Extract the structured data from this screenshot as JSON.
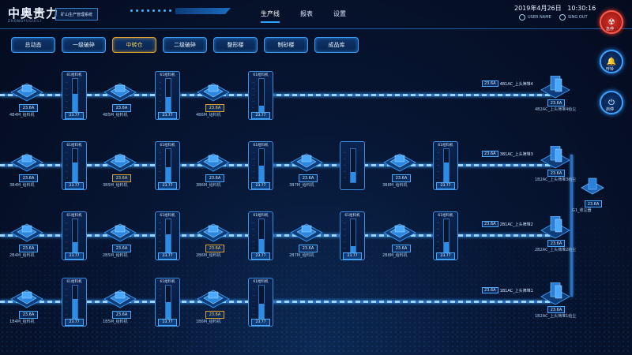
{
  "header": {
    "logo": "中奥贵力",
    "logo_sub": "ZHONGYUGUILI",
    "system_name": "矿山生产管理系统",
    "date": "2019年4月26日",
    "time": "10:30:16",
    "user_name": "USER NAME",
    "sign_out": "SING OUT"
  },
  "nav": [
    "生产线",
    "报表",
    "设置"
  ],
  "side_buttons": {
    "emergency": "急停",
    "alarm": "呼铃",
    "start": "启停"
  },
  "tabs": [
    "总动态",
    "一级破碎",
    "中转仓",
    "二级破碎",
    "整形楼",
    "制砂楼",
    "成品库"
  ],
  "rows": [
    {
      "machines": [
        {
          "amp": "23.6A",
          "name": "4B4M_给料机",
          "hl": false
        },
        {
          "amp": "23.6A",
          "name": "4B5M_给料机",
          "hl": false
        },
        {
          "amp": "23.6A",
          "name": "4B6M_给料机",
          "hl": true
        }
      ],
      "feeders": [
        {
          "title": "61给料机",
          "value": "23.77",
          "fill": 0.55
        },
        {
          "title": "61给料机",
          "value": "23.77",
          "fill": 0.45
        },
        {
          "title": "61给料机",
          "value": "23.77",
          "fill": 0.2
        }
      ],
      "end_amp": "23.6A",
      "end_label": "4B1AC_上头筛堆4",
      "dest_amp": "23.6A",
      "dest_name": "4B2AC_上头筛堆4给尘"
    },
    {
      "machines": [
        {
          "amp": "23.6A",
          "name": "3B4M_给料机",
          "hl": false
        },
        {
          "amp": "23.6A",
          "name": "3B5M_给料机",
          "hl": true
        },
        {
          "amp": "23.6A",
          "name": "3B6M_给料机",
          "hl": false
        },
        {
          "amp": "23.6A",
          "name": "3B7M_给料机",
          "hl": false
        },
        {
          "amp": "23.6A",
          "name": "3B8M_给料机",
          "hl": false
        }
      ],
      "feeders": [
        {
          "title": "61给料机",
          "value": "23.77",
          "fill": 0.6
        },
        {
          "title": "61给料机",
          "value": "23.77",
          "fill": 0.45
        },
        {
          "title": "61给料机",
          "value": "23.77",
          "fill": 0.5
        },
        {
          "title": "",
          "value": "",
          "fill": 0.3
        },
        {
          "title": "61给料机",
          "value": "23.77",
          "fill": 0.6
        }
      ],
      "end_amp": "23.6A",
      "end_label": "3B1AC_上头筛堆3",
      "dest_amp": "23.6A",
      "dest_name": "1B2AC_上头筛堆3给尘"
    },
    {
      "machines": [
        {
          "amp": "23.6A",
          "name": "2B4M_给料机",
          "hl": false
        },
        {
          "amp": "23.6A",
          "name": "2B5M_给料机",
          "hl": false
        },
        {
          "amp": "23.6A",
          "name": "2B6M_给料机",
          "hl": true
        },
        {
          "amp": "23.6A",
          "name": "2B7M_给料机",
          "hl": false
        },
        {
          "amp": "23.6A",
          "name": "2B8M_给料机",
          "hl": false
        }
      ],
      "feeders": [
        {
          "title": "61给料机",
          "value": "23.77",
          "fill": 0.3
        },
        {
          "title": "61给料机",
          "value": "23.77",
          "fill": 0.55
        },
        {
          "title": "61给料机",
          "value": "23.77",
          "fill": 0.4
        },
        {
          "title": "61给料机",
          "value": "23.77",
          "fill": 0.2
        },
        {
          "title": "61给料机",
          "value": "23.77",
          "fill": 0.3
        }
      ],
      "end_amp": "23.6A",
      "end_label": "2B1AC_上头筛堆2",
      "dest_amp": "23.6A",
      "dest_name": "2B2AC_上头筛堆2给尘"
    },
    {
      "machines": [
        {
          "amp": "23.6A",
          "name": "1B4M_给料机",
          "hl": false
        },
        {
          "amp": "23.6A",
          "name": "1B5M_给料机",
          "hl": false
        },
        {
          "amp": "23.6A",
          "name": "1B6M_给料机",
          "hl": true
        }
      ],
      "feeders": [
        {
          "title": "61给料机",
          "value": "23.77",
          "fill": 0.6
        },
        {
          "title": "61给料机",
          "value": "23.77",
          "fill": 0.5
        },
        {
          "title": "61给料机",
          "value": "23.77",
          "fill": 0.45
        }
      ],
      "end_amp": "23.6A",
      "end_label": "1B1AC_上头筛堆1",
      "dest_amp": "23.6A",
      "dest_name": "1B2AC_上头筛堆1给尘"
    }
  ],
  "side_dest": {
    "amp": "23.6A",
    "name": "G1_收尘器"
  },
  "colors": {
    "accent": "#2ea3ff",
    "active_tab": "#ffcc55",
    "emergency": "#c8201c"
  }
}
